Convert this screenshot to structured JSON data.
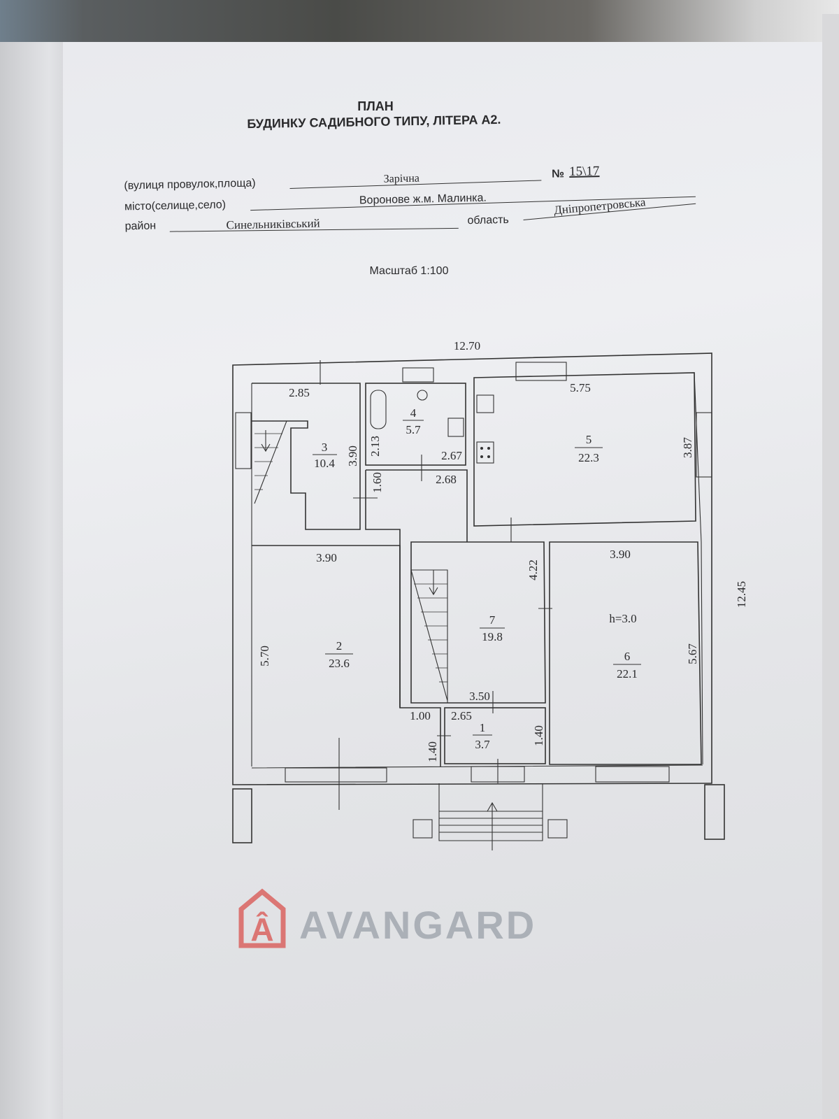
{
  "document": {
    "title": "ПЛАН",
    "subtitle": "БУДИНКУ САДИБНОГО ТИПУ, ЛІТЕРА  А2.",
    "fields": {
      "street_label": "(вулиця провулок,площа)",
      "street_value": "Зарічна",
      "number_label": "№",
      "number_value": "15\\17",
      "city_label": "місто(селище,село)",
      "city_value": "Воронове  ж.м. Малинка.",
      "district_label": "район",
      "district_value": "Синельниківський",
      "region_label": "область",
      "region_value": "Дніпропетровська"
    },
    "scale": "Масштаб 1:100"
  },
  "plan": {
    "overall_width": "12.70",
    "overall_depth": "12.45",
    "rooms": [
      {
        "number": "1",
        "area": "3.7",
        "dims": [
          "1.00",
          "2.65",
          "1.40",
          "1.40"
        ]
      },
      {
        "number": "2",
        "area": "23.6",
        "dims": [
          "3.90",
          "5.70"
        ]
      },
      {
        "number": "3",
        "area": "10.4",
        "dims": [
          "2.85",
          "3.90"
        ]
      },
      {
        "number": "4",
        "area": "5.7",
        "dims": [
          "2.13",
          "2.67"
        ]
      },
      {
        "number": "5",
        "area": "22.3",
        "dims": [
          "5.75",
          "3.87"
        ]
      },
      {
        "number": "6",
        "area": "22.1",
        "dims": [
          "3.90",
          "5.67"
        ],
        "height": "h=3.0"
      },
      {
        "number": "7",
        "area": "19.8",
        "dims": [
          "4.22",
          "3.50"
        ]
      }
    ],
    "corridor_dims": [
      "1.60",
      "2.68"
    ]
  },
  "watermark": "AVANGARD",
  "colors": {
    "watermark_red": "#d9534f",
    "watermark_grey": "#9aa0a8",
    "ink": "#2a2a2c"
  }
}
